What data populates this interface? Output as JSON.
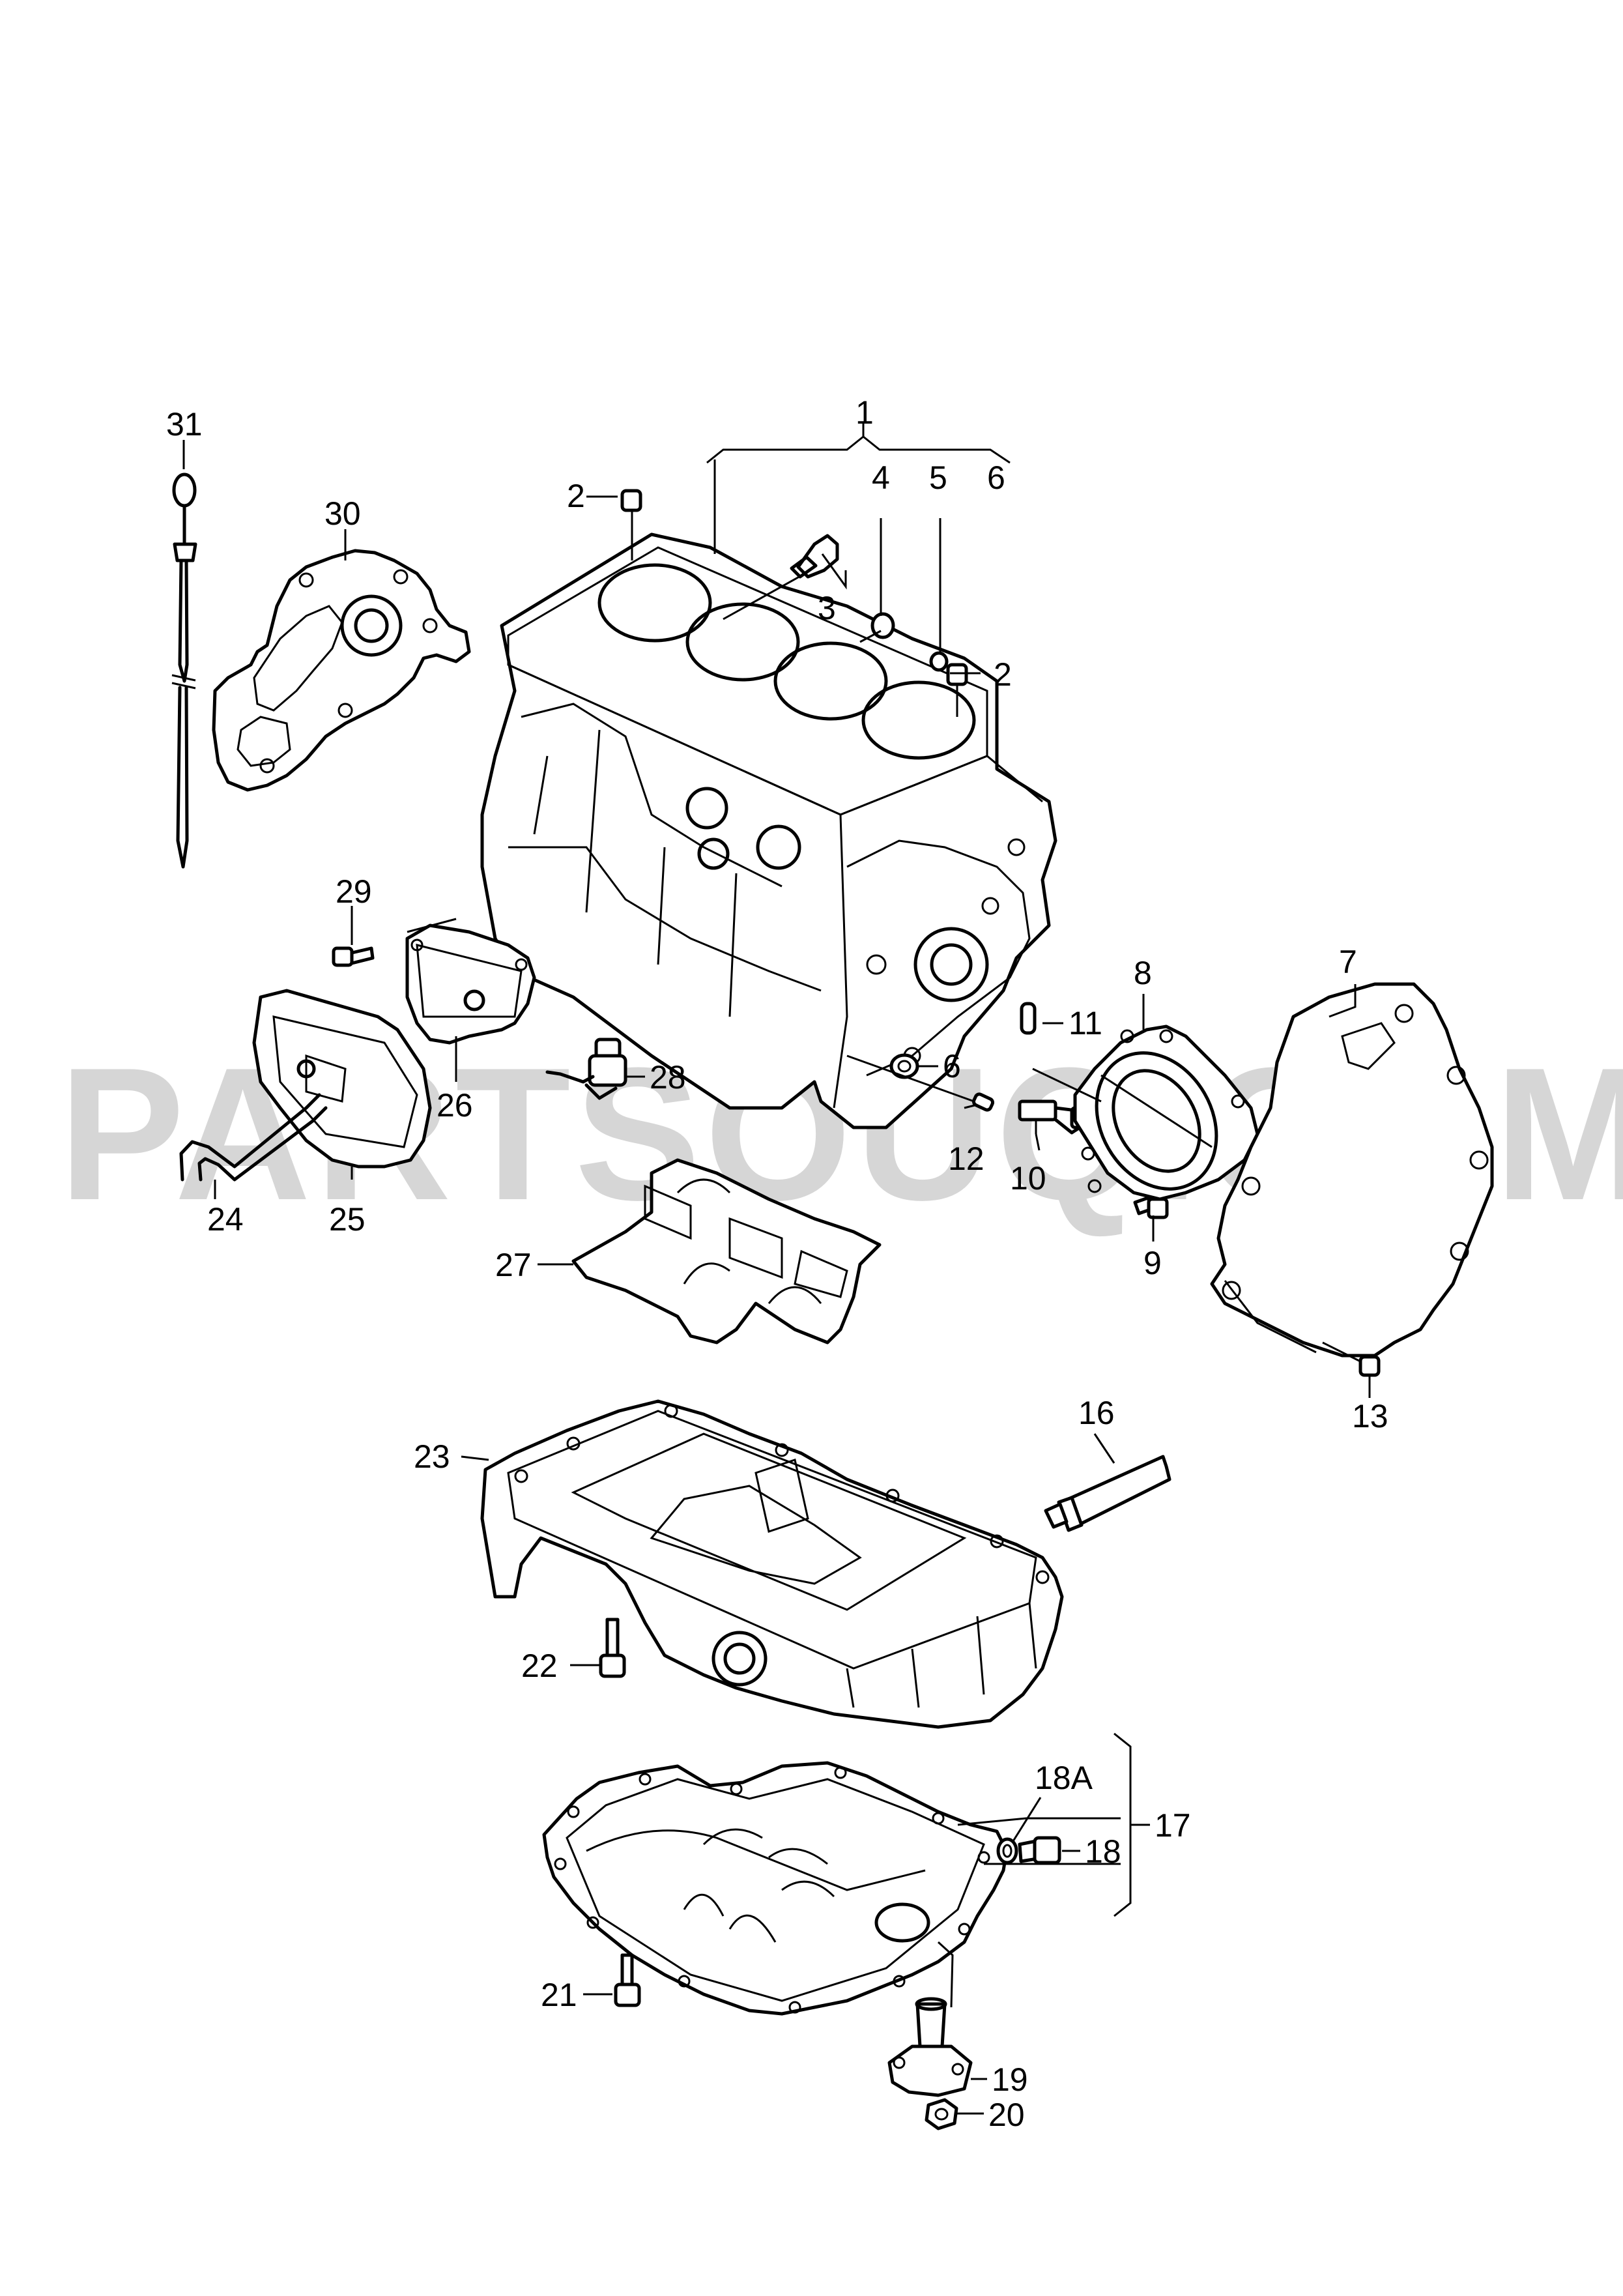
{
  "watermark": "PARTSOUQ.COM",
  "callouts": [
    {
      "id": "c1",
      "text": "1"
    },
    {
      "id": "c2a",
      "text": "2"
    },
    {
      "id": "c2b",
      "text": "2"
    },
    {
      "id": "c3",
      "text": "3"
    },
    {
      "id": "c4",
      "text": "4"
    },
    {
      "id": "c5",
      "text": "5"
    },
    {
      "id": "c6a",
      "text": "6"
    },
    {
      "id": "c6b",
      "text": "6"
    },
    {
      "id": "c7",
      "text": "7"
    },
    {
      "id": "c8",
      "text": "8"
    },
    {
      "id": "c9",
      "text": "9"
    },
    {
      "id": "c10",
      "text": "10"
    },
    {
      "id": "c11",
      "text": "11"
    },
    {
      "id": "c12",
      "text": "12"
    },
    {
      "id": "c13",
      "text": "13"
    },
    {
      "id": "c16",
      "text": "16"
    },
    {
      "id": "c17",
      "text": "17"
    },
    {
      "id": "c18",
      "text": "18"
    },
    {
      "id": "c18a",
      "text": "18A"
    },
    {
      "id": "c19",
      "text": "19"
    },
    {
      "id": "c20",
      "text": "20"
    },
    {
      "id": "c21",
      "text": "21"
    },
    {
      "id": "c22",
      "text": "22"
    },
    {
      "id": "c23",
      "text": "23"
    },
    {
      "id": "c24",
      "text": "24"
    },
    {
      "id": "c25",
      "text": "25"
    },
    {
      "id": "c26",
      "text": "26"
    },
    {
      "id": "c27",
      "text": "27"
    },
    {
      "id": "c28",
      "text": "28"
    },
    {
      "id": "c29",
      "text": "29"
    },
    {
      "id": "c30",
      "text": "30"
    },
    {
      "id": "c31",
      "text": "31"
    }
  ]
}
